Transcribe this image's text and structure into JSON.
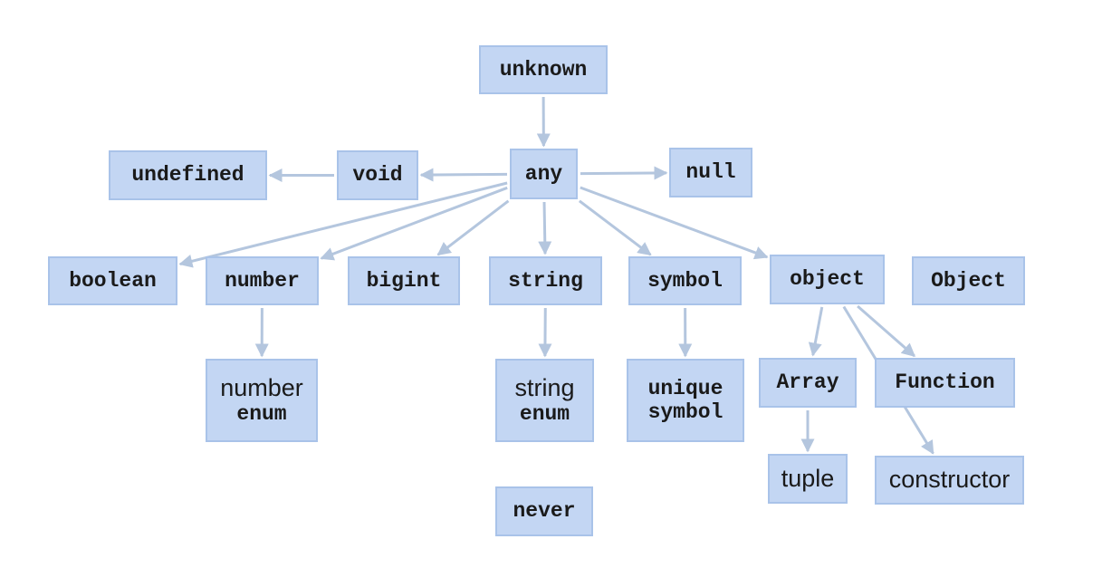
{
  "nodes": {
    "unknown": {
      "lines": [
        {
          "text": "unknown",
          "font": "mono"
        }
      ]
    },
    "any": {
      "lines": [
        {
          "text": "any",
          "font": "mono"
        }
      ]
    },
    "void": {
      "lines": [
        {
          "text": "void",
          "font": "mono"
        }
      ]
    },
    "undefined": {
      "lines": [
        {
          "text": "undefined",
          "font": "mono"
        }
      ]
    },
    "null": {
      "lines": [
        {
          "text": "null",
          "font": "mono"
        }
      ]
    },
    "boolean": {
      "lines": [
        {
          "text": "boolean",
          "font": "mono"
        }
      ]
    },
    "number": {
      "lines": [
        {
          "text": "number",
          "font": "mono"
        }
      ]
    },
    "bigint": {
      "lines": [
        {
          "text": "bigint",
          "font": "mono"
        }
      ]
    },
    "string": {
      "lines": [
        {
          "text": "string",
          "font": "mono"
        }
      ]
    },
    "symbol": {
      "lines": [
        {
          "text": "symbol",
          "font": "mono"
        }
      ]
    },
    "object": {
      "lines": [
        {
          "text": "object",
          "font": "mono"
        }
      ]
    },
    "Object": {
      "lines": [
        {
          "text": "Object",
          "font": "mono"
        }
      ]
    },
    "number_enum": {
      "lines": [
        {
          "text": "number",
          "font": "sans"
        },
        {
          "text": "enum",
          "font": "mono"
        }
      ]
    },
    "string_enum": {
      "lines": [
        {
          "text": "string",
          "font": "sans"
        },
        {
          "text": "enum",
          "font": "mono"
        }
      ]
    },
    "unique_symbol": {
      "lines": [
        {
          "text": "unique",
          "font": "mono"
        },
        {
          "text": "symbol",
          "font": "mono"
        }
      ]
    },
    "Array": {
      "lines": [
        {
          "text": "Array",
          "font": "mono"
        }
      ]
    },
    "Function": {
      "lines": [
        {
          "text": "Function",
          "font": "mono"
        }
      ]
    },
    "tuple": {
      "lines": [
        {
          "text": "tuple",
          "font": "sans"
        }
      ]
    },
    "constructor": {
      "lines": [
        {
          "text": "constructor",
          "font": "sans"
        }
      ]
    },
    "never": {
      "lines": [
        {
          "text": "never",
          "font": "mono"
        }
      ]
    }
  },
  "edges": [
    [
      "unknown",
      "any"
    ],
    [
      "any",
      "void"
    ],
    [
      "void",
      "undefined"
    ],
    [
      "any",
      "null"
    ],
    [
      "any",
      "boolean"
    ],
    [
      "any",
      "number"
    ],
    [
      "any",
      "bigint"
    ],
    [
      "any",
      "string"
    ],
    [
      "any",
      "symbol"
    ],
    [
      "any",
      "object"
    ],
    [
      "number",
      "number_enum"
    ],
    [
      "string",
      "string_enum"
    ],
    [
      "symbol",
      "unique_symbol"
    ],
    [
      "object",
      "Array"
    ],
    [
      "object",
      "Function"
    ],
    [
      "object",
      "constructor"
    ],
    [
      "Array",
      "tuple"
    ]
  ],
  "colors": {
    "node_fill": "#c3d6f3",
    "node_border": "#a9c3e9",
    "edge": "#b4c6de",
    "text": "#1a1a1a"
  }
}
